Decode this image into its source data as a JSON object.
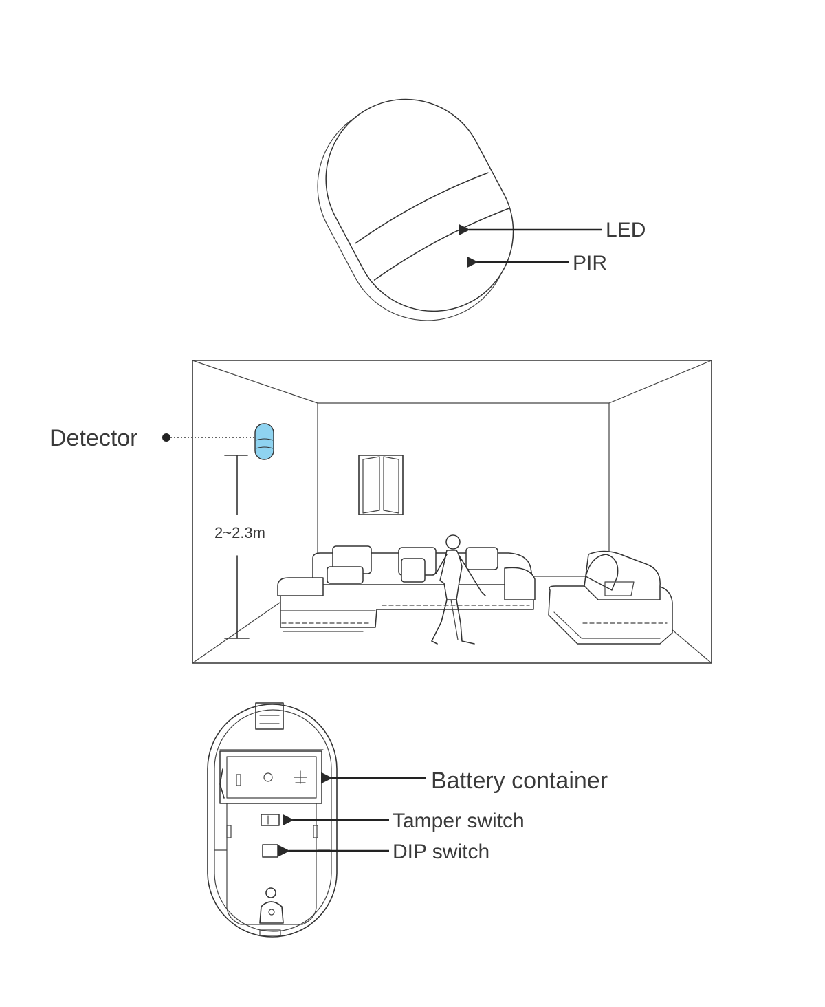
{
  "labels": {
    "led": "LED",
    "pir": "PIR",
    "detector": "Detector",
    "height": "2~2.3m",
    "battery_container": "Battery container",
    "tamper_switch": "Tamper switch",
    "dip_switch": "DIP switch"
  },
  "colors": {
    "detector_highlight": "#8fd3f0",
    "line": "#333333",
    "text": "#3a3a3a",
    "arrow": "#2a2a2a"
  }
}
